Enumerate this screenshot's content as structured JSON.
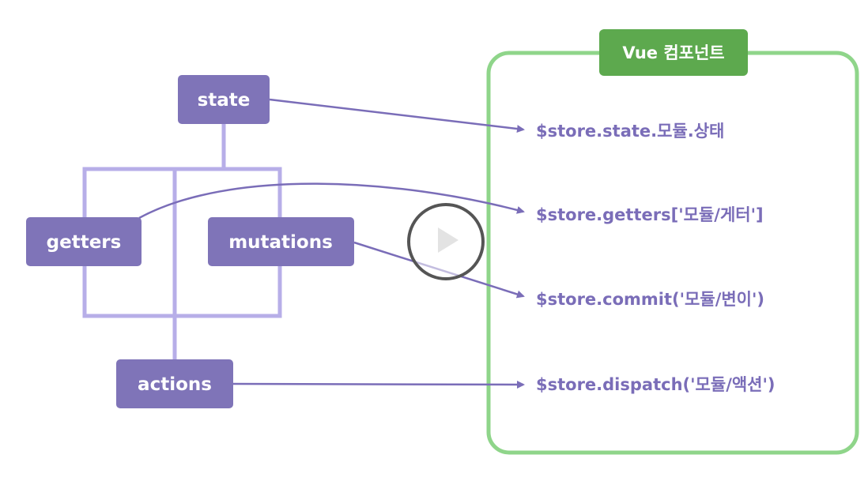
{
  "component": {
    "title": "Vue 컴포넌트"
  },
  "nodes": {
    "state": "state",
    "getters": "getters",
    "mutations": "mutations",
    "actions": "actions"
  },
  "apis": {
    "state": "$store.state.모듈.상태",
    "getters": "$store.getters['모듈/게터']",
    "commit": "$store.commit('모듈/변이')",
    "dispatch": "$store.dispatch('모듈/액션')"
  },
  "colors": {
    "node_fill": "#7f74b8",
    "connector": "#b7aee8",
    "arrow": "#7a6db8",
    "panel_border": "#8fd58a",
    "panel_title_fill": "#5da94e",
    "play_ring": "#555555"
  },
  "icons": {
    "play": "play-icon",
    "arrowheads": "arrow-head-icon"
  }
}
